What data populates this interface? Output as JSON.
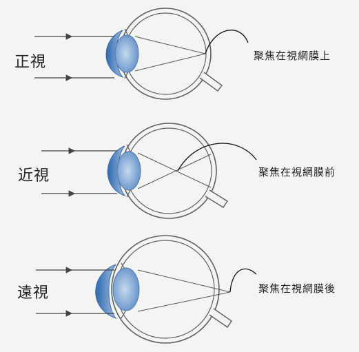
{
  "rows": [
    {
      "id": "normal",
      "label": "正視",
      "focus_text": "聚焦在視網膜上"
    },
    {
      "id": "myopia",
      "label": "近視",
      "focus_text": "聚焦在視網膜前"
    },
    {
      "id": "hyperopia",
      "label": "遠視",
      "focus_text": "聚焦在視網膜後"
    }
  ],
  "colors": {
    "outline": "#5f5f5f",
    "cornea_blue": "#3f78b8",
    "lens_blue": "#6c9bd0",
    "background": "#f4f4f2"
  }
}
